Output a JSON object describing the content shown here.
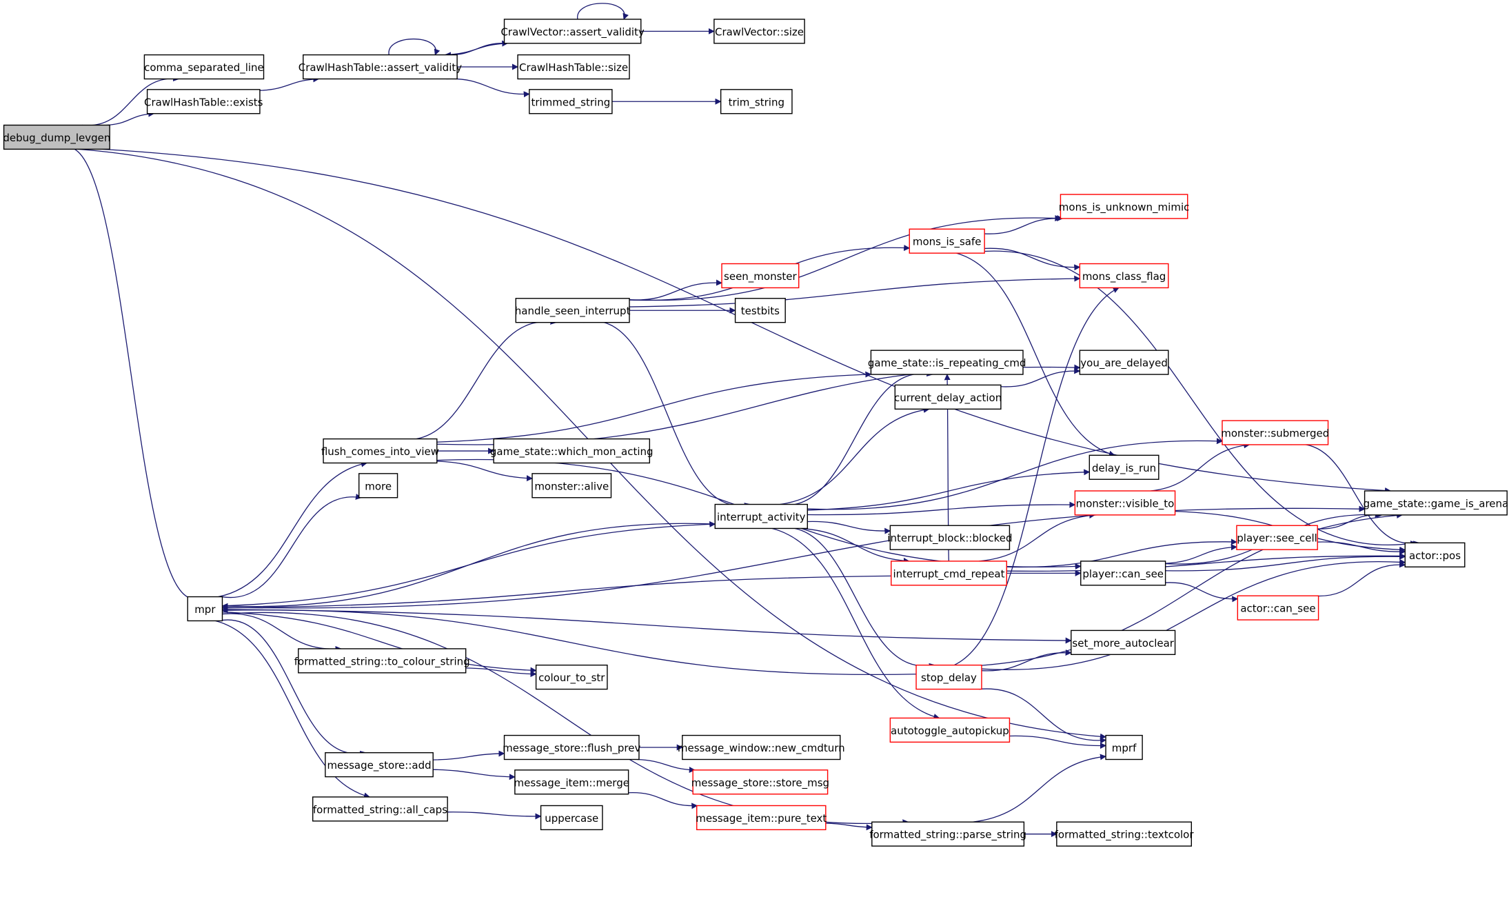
{
  "diagram": {
    "type": "call-graph",
    "root": "debug_dump_levgen",
    "colors": {
      "edge": "#191970",
      "node_border_normal": "#000000",
      "node_border_truncated": "#ff0000",
      "root_fill": "#bfbfbf",
      "node_fill": "#ffffff"
    },
    "nodes": [
      {
        "id": "debug_dump_levgen",
        "label": "debug_dump_levgen",
        "style": "root"
      },
      {
        "id": "comma_separated_line",
        "label": "comma_separated_line",
        "style": "normal"
      },
      {
        "id": "crawlhashtable_exists",
        "label": "CrawlHashTable::exists",
        "style": "normal"
      },
      {
        "id": "crawlhashtable_assert_validity",
        "label": "CrawlHashTable::assert_validity",
        "style": "normal"
      },
      {
        "id": "crawlvector_assert_validity",
        "label": "CrawlVector::assert_validity",
        "style": "normal"
      },
      {
        "id": "crawlvector_size",
        "label": "CrawlVector::size",
        "style": "normal"
      },
      {
        "id": "crawlhashtable_size",
        "label": "CrawlHashTable::size",
        "style": "normal"
      },
      {
        "id": "trimmed_string",
        "label": "trimmed_string",
        "style": "normal"
      },
      {
        "id": "trim_string",
        "label": "trim_string",
        "style": "normal"
      },
      {
        "id": "mons_is_unknown_mimic",
        "label": "mons_is_unknown_mimic",
        "style": "truncated"
      },
      {
        "id": "mons_is_safe",
        "label": "mons_is_safe",
        "style": "truncated"
      },
      {
        "id": "seen_monster",
        "label": "seen_monster",
        "style": "truncated"
      },
      {
        "id": "mons_class_flag",
        "label": "mons_class_flag",
        "style": "truncated"
      },
      {
        "id": "handle_seen_interrupt",
        "label": "handle_seen_interrupt",
        "style": "normal"
      },
      {
        "id": "testbits",
        "label": "testbits",
        "style": "normal"
      },
      {
        "id": "game_state_is_repeating_cmd",
        "label": "game_state::is_repeating_cmd",
        "style": "normal"
      },
      {
        "id": "you_are_delayed",
        "label": "you_are_delayed",
        "style": "normal"
      },
      {
        "id": "current_delay_action",
        "label": "current_delay_action",
        "style": "normal"
      },
      {
        "id": "flush_comes_into_view",
        "label": "flush_comes_into_view",
        "style": "normal"
      },
      {
        "id": "game_state_which_mon_acting",
        "label": "game_state::which_mon_acting",
        "style": "normal"
      },
      {
        "id": "monster_submerged",
        "label": "monster::submerged",
        "style": "truncated"
      },
      {
        "id": "delay_is_run",
        "label": "delay_is_run",
        "style": "normal"
      },
      {
        "id": "more",
        "label": "more",
        "style": "normal"
      },
      {
        "id": "monster_alive",
        "label": "monster::alive",
        "style": "normal"
      },
      {
        "id": "interrupt_activity",
        "label": "interrupt_activity",
        "style": "normal"
      },
      {
        "id": "monster_visible_to",
        "label": "monster::visible_to",
        "style": "truncated"
      },
      {
        "id": "game_state_game_is_arena",
        "label": "game_state::game_is_arena",
        "style": "normal"
      },
      {
        "id": "interrupt_block_blocked",
        "label": "interrupt_block::blocked",
        "style": "normal"
      },
      {
        "id": "player_see_cell",
        "label": "player::see_cell",
        "style": "truncated"
      },
      {
        "id": "mpr",
        "label": "mpr",
        "style": "normal"
      },
      {
        "id": "interrupt_cmd_repeat",
        "label": "interrupt_cmd_repeat",
        "style": "truncated"
      },
      {
        "id": "player_can_see",
        "label": "player::can_see",
        "style": "normal"
      },
      {
        "id": "actor_pos",
        "label": "actor::pos",
        "style": "normal"
      },
      {
        "id": "actor_can_see",
        "label": "actor::can_see",
        "style": "truncated"
      },
      {
        "id": "set_more_autoclear",
        "label": "set_more_autoclear",
        "style": "normal"
      },
      {
        "id": "formatted_string_to_colour_string",
        "label": "formatted_string::to_colour_string",
        "style": "normal"
      },
      {
        "id": "colour_to_str",
        "label": "colour_to_str",
        "style": "normal"
      },
      {
        "id": "stop_delay",
        "label": "stop_delay",
        "style": "truncated"
      },
      {
        "id": "autotoggle_autopickup",
        "label": "autotoggle_autopickup",
        "style": "truncated"
      },
      {
        "id": "message_store_flush_prev",
        "label": "message_store::flush_prev",
        "style": "normal"
      },
      {
        "id": "message_window_new_cmdturn",
        "label": "message_window::new_cmdturn",
        "style": "normal"
      },
      {
        "id": "mprf",
        "label": "mprf",
        "style": "normal"
      },
      {
        "id": "message_store_add",
        "label": "message_store::add",
        "style": "normal"
      },
      {
        "id": "message_store_store_msg",
        "label": "message_store::store_msg",
        "style": "truncated"
      },
      {
        "id": "message_item_merge",
        "label": "message_item::merge",
        "style": "normal"
      },
      {
        "id": "formatted_string_all_caps",
        "label": "formatted_string::all_caps",
        "style": "normal"
      },
      {
        "id": "uppercase",
        "label": "uppercase",
        "style": "normal"
      },
      {
        "id": "message_item_pure_text",
        "label": "message_item::pure_text",
        "style": "truncated"
      },
      {
        "id": "formatted_string_parse_string",
        "label": "formatted_string::parse_string",
        "style": "normal"
      },
      {
        "id": "formatted_string_textcolor",
        "label": "formatted_string::textcolor",
        "style": "normal"
      }
    ],
    "edges": [
      [
        "debug_dump_levgen",
        "comma_separated_line"
      ],
      [
        "debug_dump_levgen",
        "crawlhashtable_exists"
      ],
      [
        "debug_dump_levgen",
        "game_state_game_is_arena"
      ],
      [
        "debug_dump_levgen",
        "mpr"
      ],
      [
        "debug_dump_levgen",
        "mprf"
      ],
      [
        "crawlhashtable_exists",
        "crawlhashtable_assert_validity"
      ],
      [
        "crawlhashtable_assert_validity",
        "crawlhashtable_assert_validity"
      ],
      [
        "crawlhashtable_assert_validity",
        "crawlvector_assert_validity"
      ],
      [
        "crawlhashtable_assert_validity",
        "crawlhashtable_size"
      ],
      [
        "crawlhashtable_assert_validity",
        "trimmed_string"
      ],
      [
        "crawlvector_assert_validity",
        "crawlvector_assert_validity"
      ],
      [
        "crawlvector_assert_validity",
        "crawlhashtable_assert_validity"
      ],
      [
        "crawlvector_assert_validity",
        "crawlvector_size"
      ],
      [
        "trimmed_string",
        "trim_string"
      ],
      [
        "mpr",
        "game_state_game_is_arena"
      ],
      [
        "mpr",
        "flush_comes_into_view"
      ],
      [
        "mpr",
        "more"
      ],
      [
        "mpr",
        "interrupt_activity"
      ],
      [
        "mpr",
        "set_more_autoclear"
      ],
      [
        "mpr",
        "formatted_string_to_colour_string"
      ],
      [
        "mpr",
        "colour_to_str"
      ],
      [
        "mpr",
        "message_store_add"
      ],
      [
        "mpr",
        "formatted_string_all_caps"
      ],
      [
        "mpr",
        "formatted_string_parse_string"
      ],
      [
        "flush_comes_into_view",
        "handle_seen_interrupt"
      ],
      [
        "flush_comes_into_view",
        "game_state_is_repeating_cmd"
      ],
      [
        "flush_comes_into_view",
        "you_are_delayed"
      ],
      [
        "flush_comes_into_view",
        "game_state_which_mon_acting"
      ],
      [
        "flush_comes_into_view",
        "monster_alive"
      ],
      [
        "flush_comes_into_view",
        "player_can_see"
      ],
      [
        "handle_seen_interrupt",
        "mons_is_unknown_mimic"
      ],
      [
        "handle_seen_interrupt",
        "mons_class_flag"
      ],
      [
        "handle_seen_interrupt",
        "seen_monster"
      ],
      [
        "handle_seen_interrupt",
        "testbits"
      ],
      [
        "handle_seen_interrupt",
        "mons_is_safe"
      ],
      [
        "handle_seen_interrupt",
        "interrupt_activity"
      ],
      [
        "mons_is_safe",
        "mons_is_unknown_mimic"
      ],
      [
        "mons_is_safe",
        "mons_class_flag"
      ],
      [
        "mons_is_safe",
        "delay_is_run"
      ],
      [
        "mons_is_safe",
        "actor_pos"
      ],
      [
        "interrupt_activity",
        "game_state_is_repeating_cmd"
      ],
      [
        "interrupt_activity",
        "current_delay_action"
      ],
      [
        "interrupt_activity",
        "monster_submerged"
      ],
      [
        "interrupt_activity",
        "delay_is_run"
      ],
      [
        "interrupt_activity",
        "monster_visible_to"
      ],
      [
        "interrupt_activity",
        "interrupt_block_blocked"
      ],
      [
        "interrupt_activity",
        "interrupt_cmd_repeat"
      ],
      [
        "interrupt_activity",
        "stop_delay"
      ],
      [
        "interrupt_activity",
        "autotoggle_autopickup"
      ],
      [
        "interrupt_activity",
        "mpr"
      ],
      [
        "current_delay_action",
        "you_are_delayed"
      ],
      [
        "interrupt_cmd_repeat",
        "monster_visible_to"
      ],
      [
        "interrupt_cmd_repeat",
        "player_see_cell"
      ],
      [
        "interrupt_cmd_repeat",
        "player_can_see"
      ],
      [
        "interrupt_cmd_repeat",
        "actor_pos"
      ],
      [
        "interrupt_cmd_repeat",
        "game_state_is_repeating_cmd"
      ],
      [
        "interrupt_cmd_repeat",
        "mpr"
      ],
      [
        "monster_visible_to",
        "monster_submerged"
      ],
      [
        "monster_visible_to",
        "actor_pos"
      ],
      [
        "monster_submerged",
        "actor_pos"
      ],
      [
        "player_can_see",
        "game_state_game_is_arena"
      ],
      [
        "player_can_see",
        "player_see_cell"
      ],
      [
        "player_can_see",
        "actor_pos"
      ],
      [
        "player_can_see",
        "actor_can_see"
      ],
      [
        "player_see_cell",
        "game_state_game_is_arena"
      ],
      [
        "player_see_cell",
        "actor_pos"
      ],
      [
        "actor_can_see",
        "actor_pos"
      ],
      [
        "stop_delay",
        "mons_class_flag"
      ],
      [
        "stop_delay",
        "set_more_autoclear"
      ],
      [
        "stop_delay",
        "game_state_game_is_arena"
      ],
      [
        "stop_delay",
        "actor_pos"
      ],
      [
        "stop_delay",
        "mprf"
      ],
      [
        "stop_delay",
        "mpr"
      ],
      [
        "autotoggle_autopickup",
        "mprf"
      ],
      [
        "formatted_string_to_colour_string",
        "colour_to_str"
      ],
      [
        "message_store_add",
        "message_store_flush_prev"
      ],
      [
        "message_store_add",
        "message_item_merge"
      ],
      [
        "message_store_flush_prev",
        "message_window_new_cmdturn"
      ],
      [
        "message_store_flush_prev",
        "message_store_store_msg"
      ],
      [
        "message_item_merge",
        "message_item_pure_text"
      ],
      [
        "message_item_pure_text",
        "formatted_string_parse_string"
      ],
      [
        "formatted_string_all_caps",
        "uppercase"
      ],
      [
        "formatted_string_parse_string",
        "formatted_string_textcolor"
      ],
      [
        "formatted_string_parse_string",
        "mprf"
      ]
    ]
  }
}
